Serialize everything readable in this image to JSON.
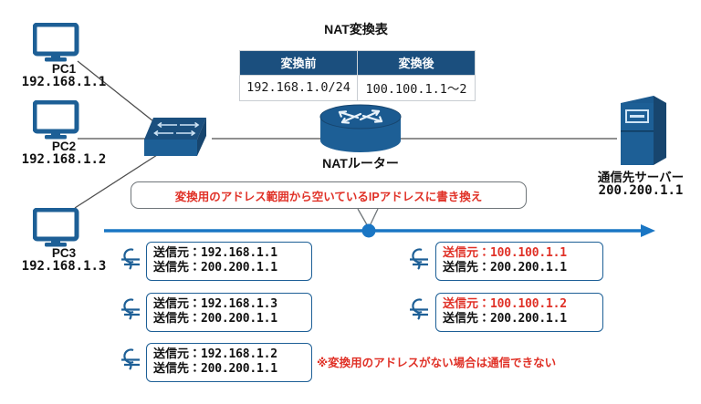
{
  "diagram": {
    "title": "NAT変換表",
    "colors": {
      "device_blue": "#1d5f96",
      "header_navy": "#1b4f7e",
      "accent_red": "#e03127",
      "arrow_blue": "#1a76c4",
      "line_gray": "#4d4d4d",
      "callout_border": "#6f7579"
    }
  },
  "nat_table": {
    "title": "NAT変換表",
    "headers": [
      "変換前",
      "変換後"
    ],
    "rows": [
      [
        "192.168.1.0/24",
        "100.100.1.1〜2"
      ]
    ]
  },
  "devices": {
    "pcs": [
      {
        "name": "PC1",
        "ip": "192.168.1.1",
        "icon": "desktop-monitor-icon"
      },
      {
        "name": "PC2",
        "ip": "192.168.1.2",
        "icon": "desktop-monitor-icon"
      },
      {
        "name": "PC3",
        "ip": "192.168.1.3",
        "icon": "desktop-monitor-icon"
      }
    ],
    "switch": {
      "name": "",
      "icon": "network-switch-icon"
    },
    "router": {
      "name": "NATルーター",
      "icon": "router-icon"
    },
    "server": {
      "name": "通信先サーバー",
      "ip": "200.200.1.1",
      "icon": "server-icon"
    }
  },
  "callout": {
    "text": "変換用のアドレス範囲から空いているIPアドレスに書き換え",
    "marker": "translation-point-dot"
  },
  "packets_before": [
    {
      "src_label": "送信元：",
      "src": "192.168.1.1",
      "dst_label": "送信先：",
      "dst": "200.200.1.1",
      "src_highlight": false
    },
    {
      "src_label": "送信元：",
      "src": "192.168.1.3",
      "dst_label": "送信先：",
      "dst": "200.200.1.1",
      "src_highlight": false
    },
    {
      "src_label": "送信元：",
      "src": "192.168.1.2",
      "dst_label": "送信先：",
      "dst": "200.200.1.1",
      "src_highlight": false
    }
  ],
  "packets_after": [
    {
      "src_label": "送信元：",
      "src": "100.100.1.1",
      "dst_label": "送信先：",
      "dst": "200.200.1.1",
      "src_highlight": true
    },
    {
      "src_label": "送信元：",
      "src": "100.100.1.2",
      "dst_label": "送信先：",
      "dst": "200.200.1.1",
      "src_highlight": true
    }
  ],
  "footnote": {
    "text": "※変換用のアドレスがない場合は通信できない"
  }
}
